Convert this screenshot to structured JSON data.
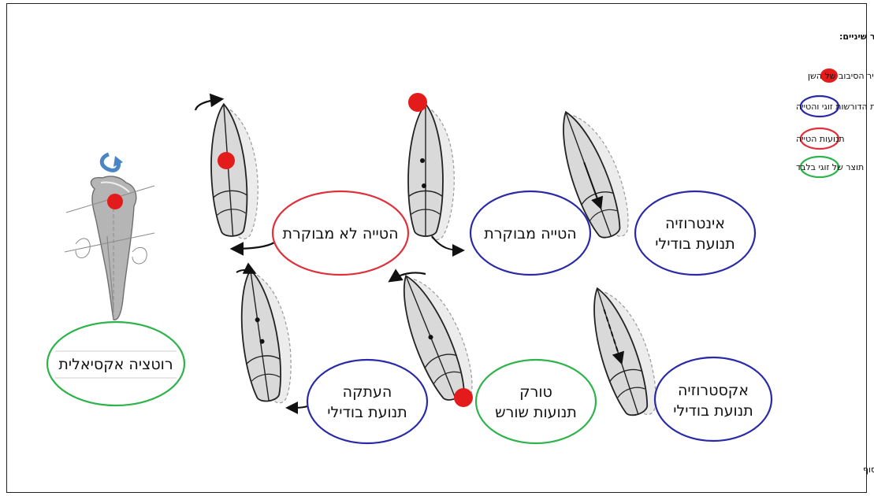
{
  "legend": {
    "title": "תנועות אפשריות ביישור שיניים:",
    "items": [
      {
        "label": "ציר הסיבוב של השן",
        "color": "#e41b1b",
        "kind": "dot"
      },
      {
        "label": "תנועות הדורשות זוגי והטייה",
        "color": "#2a2aa8",
        "kind": "ellipse"
      },
      {
        "label": "תנועות הטייה",
        "color": "#e0303a",
        "kind": "ellipse"
      },
      {
        "label": "תוצר של זוגי בלבד",
        "color": "#2db34a",
        "kind": "ellipse"
      }
    ]
  },
  "movements": {
    "intrusion": {
      "line1": "אינטרוזיה",
      "line2": "תנועת בודילי"
    },
    "controlled_tipping": {
      "line1": "הטייה מבוקרת"
    },
    "uncontrolled_tipping": {
      "line1": "הטייה לא מבוקרת"
    },
    "extrusion": {
      "line1": "אקסטרוזיה",
      "line2": "תנועת בודילי"
    },
    "torque": {
      "line1": "טורק",
      "line2": "תנועות שורש"
    },
    "translation": {
      "line1": "העתקה",
      "line2": "תנועת בודילי"
    },
    "axial_rotation": {
      "line1": "רוטציה אקסיאלית"
    }
  },
  "footnote": "*התנועות שלא מסומן להן ציר סיבוב – ציר זה נמצא באין-סוף",
  "colors": {
    "blue": "#2a2aa8",
    "red": "#e0303a",
    "green": "#2db34a",
    "dot": "#e41b1b",
    "tooth_fill": "#d9d9d9",
    "tooth_stroke": "#222222",
    "ghost": "#9a9a9a",
    "arrow_blue": "#4a86c6"
  }
}
